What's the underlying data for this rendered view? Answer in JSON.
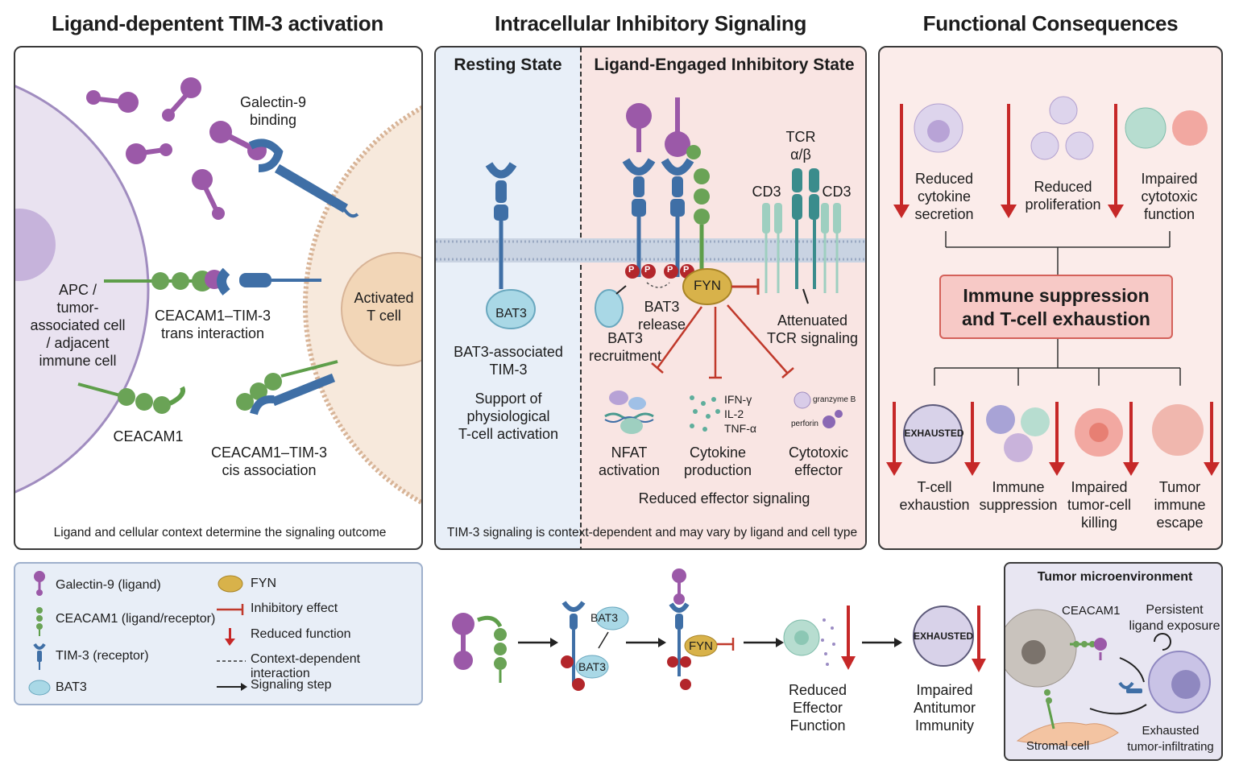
{
  "headings": {
    "panel1": "Ligand-depentent TIM-3 activation",
    "panel2": "Intracellular Inhibitory Signaling",
    "panel3": "Functional Consequences"
  },
  "panel1": {
    "galectin9_binding": "Galectin-9\nbinding",
    "apc_label": "APC /\ntumor-\nassociated cell\n/ adjacent\nimmune cell",
    "activated_t_cell": "Activated\nT cell",
    "trans_interaction": "CEACAM1–TIM-3\ntrans interaction",
    "ceacam1": "CEACAM1",
    "cis_association": "CEACAM1–TIM-3\ncis association",
    "footnote": "Ligand and cellular context determine the signaling outcome"
  },
  "panel2": {
    "resting_state": "Resting State",
    "engaged_state": "Ligand-Engaged Inhibitory State",
    "bat3": "BAT3",
    "bat3_associated": "BAT3-associated\nTIM-3",
    "support": "Support of\nphysiological\nT-cell activation",
    "phospho": "P",
    "fyn": "FYN",
    "bat3_release": "BAT3\nrelease",
    "bat3_recruitment": "BAT3\nrecruitment",
    "tcr": "TCR\nα/β",
    "cd3_left": "CD3",
    "cd3_right": "CD3",
    "attenuated": "Attenuated\nTCR signaling",
    "nfat": "NFAT\nactivation",
    "cytokine_list": "IFN-γ\nIL-2\nTNF-α",
    "cytokine_production": "Cytokine\nproduction",
    "granzyme": "granzyme B",
    "perforin": "perforin",
    "cytotoxic_effector": "Cytotoxic\neffector",
    "reduced_effector": "Reduced effector signaling",
    "footnote": "TIM-3 signaling is context-dependent and may vary by ligand and cell type"
  },
  "panel3": {
    "reduced_cytokine": "Reduced\ncytokine\nsecretion",
    "reduced_proliferation": "Reduced\nproliferation",
    "impaired_cytotoxic": "Impaired\ncytotoxic\nfunction",
    "immune_box": "Immune suppression\nand T-cell exhaustion",
    "exhausted_badge": "EXHAUSTED",
    "t_cell_exhaustion": "T-cell\nexhaustion",
    "immune_suppression": "Immune\nsuppression",
    "impaired_killing": "Impaired\ntumor-cell\nkilling",
    "tumor_escape": "Tumor\nimmune\nescape"
  },
  "legend": {
    "galectin9": "Galectin-9 (ligand)",
    "ceacam1": "CEACAM1 (ligand/receptor)",
    "tim3": "TIM-3 (receptor)",
    "bat3": "BAT3",
    "fyn": "FYN",
    "inhibitory": "Inhibitory effect",
    "reduced": "Reduced function",
    "context": "Context-dependent interaction",
    "signaling_step": "Signaling step"
  },
  "flow": {
    "bat3_top": "BAT3",
    "bat3_bottom": "BAT3",
    "fyn": "FYN",
    "reduced_effector_function": "Reduced\nEffector\nFunction",
    "exhausted": "EXHAUSTED",
    "impaired_antitumor": "Impaired\nAntitumor\nImmunity"
  },
  "tme": {
    "title": "Tumor microenvironment",
    "ceacam1": "CEACAM1",
    "persistent": "Persistent\nligand exposure",
    "stromal": "Stromal cell",
    "exhausted": "Exhausted\ntumor-infiltrating"
  },
  "colors": {
    "galectin": "#9b59a8",
    "ceacam": "#5e9e4a",
    "tim3": "#3f6fa6",
    "bat3": "#a9d8e6",
    "fyn": "#d8b24a",
    "inhibit": "#c0392b",
    "arrow_red": "#c62828"
  }
}
